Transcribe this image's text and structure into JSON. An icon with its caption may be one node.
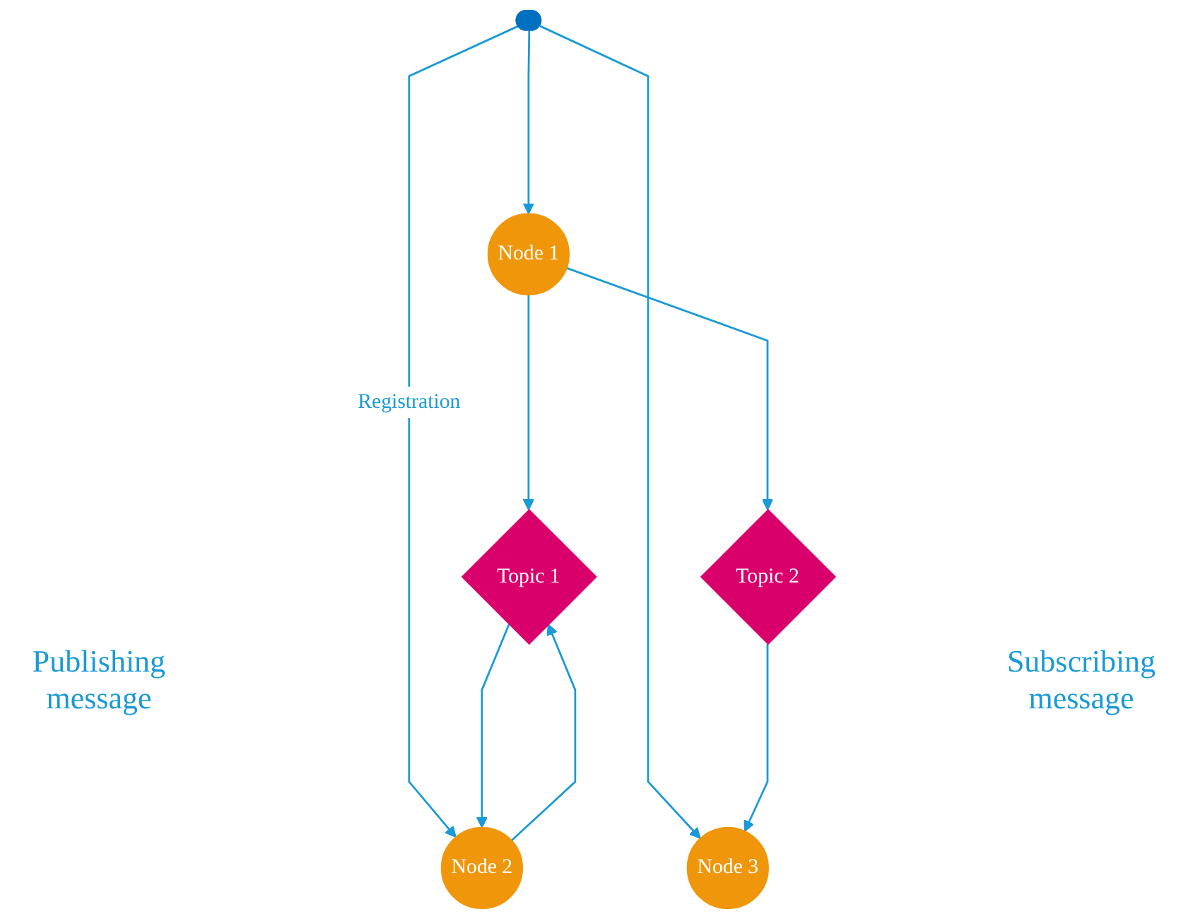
{
  "diagram": {
    "nodes": [
      {
        "text": [],
        "shape": "box"
      },
      {
        "text": [
          "Node 1"
        ]
      },
      {
        "text": [
          "Node 2"
        ]
      },
      {
        "text": [
          "Node 3"
        ]
      },
      {
        "text": [
          "Topic 1"
        ]
      },
      {
        "text": [
          "Topic 2"
        ]
      }
    ],
    "edges": [
      {
        "from": 0,
        "to": 1,
        "arrow": "to"
      },
      {
        "from": 0,
        "to": 2,
        "arrow": "to",
        "label": "Registration"
      },
      {
        "from": 0,
        "to": 3,
        "arrow": "to"
      },
      {
        "from": 1,
        "to": 4,
        "arrow": "to"
      },
      {
        "from": 1,
        "to": 5,
        "arrow": "to"
      },
      {
        "from": 2,
        "to": 4,
        "arrow": "to"
      },
      {
        "from": 4,
        "to": 2,
        "arrow": "to"
      },
      {
        "from": 5,
        "to": 3,
        "arrow": "to"
      }
    ],
    "labels": [
      "Publishing message",
      "Subscribing message"
    ]
  }
}
